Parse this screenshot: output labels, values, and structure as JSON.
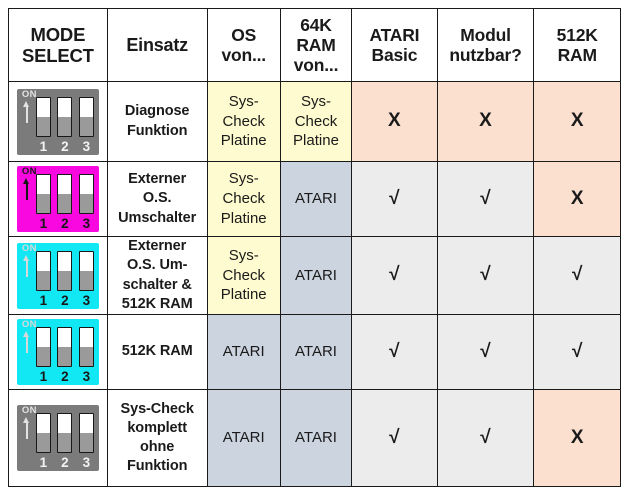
{
  "table": {
    "headers": [
      {
        "id": "mode-select",
        "label": "MODE\nSELECT"
      },
      {
        "id": "einsatz",
        "label": "Einsatz"
      },
      {
        "id": "os-von",
        "label": "OS\nvon..."
      },
      {
        "id": "ram64-von",
        "label": "64K\nRAM\nvon..."
      },
      {
        "id": "atari-basic",
        "label": "ATARI\nBasic"
      },
      {
        "id": "modul-nutzbar",
        "label": "Modul\nnutzbar?"
      },
      {
        "id": "ram512",
        "label": "512K\nRAM"
      }
    ],
    "rows": [
      {
        "switch": {
          "name": "dip-switch-diagnose",
          "body_color": "#7b7b7b",
          "body_style": "gray",
          "on_label": "ON",
          "positions": [
            "off",
            "off",
            "on"
          ],
          "numbers": [
            "1",
            "2",
            "3"
          ]
        },
        "einsatz": "Diagnose\nFunktion",
        "os_von": "Sys-\nCheck\nPlatine",
        "os_von_fill": "yellow",
        "ram64_von": "Sys-\nCheck\nPlatine",
        "ram64_von_fill": "yellow",
        "atari_basic": "X",
        "atari_basic_fill": "peach",
        "modul_nutzbar": "X",
        "modul_nutzbar_fill": "peach",
        "ram512": "X",
        "ram512_fill": "peach"
      },
      {
        "switch": {
          "name": "dip-switch-externer-os-umschalter",
          "body_color": "#f908e0",
          "body_style": "magenta",
          "on_label": "ON",
          "positions": [
            "on",
            "off",
            "on"
          ],
          "numbers": [
            "1",
            "2",
            "3"
          ]
        },
        "einsatz": "Externer\nO.S.\nUmschalter",
        "os_von": "Sys-\nCheck\nPlatine",
        "os_von_fill": "yellow",
        "ram64_von": "ATARI",
        "ram64_von_fill": "blue",
        "atari_basic": "√",
        "atari_basic_fill": "gray",
        "modul_nutzbar": "√",
        "modul_nutzbar_fill": "gray",
        "ram512": "X",
        "ram512_fill": "peach"
      },
      {
        "switch": {
          "name": "dip-switch-externer-os-umschalter-512k",
          "body_color": "#12e8f4",
          "body_style": "cyan",
          "on_label": "ON",
          "positions": [
            "on",
            "off",
            "off"
          ],
          "numbers": [
            "1",
            "2",
            "3"
          ]
        },
        "einsatz": "Externer\nO.S. Um-\nschalter &\n512K RAM",
        "os_von": "Sys-\nCheck\nPlatine",
        "os_von_fill": "yellow",
        "ram64_von": "ATARI",
        "ram64_von_fill": "blue",
        "atari_basic": "√",
        "atari_basic_fill": "gray",
        "modul_nutzbar": "√",
        "modul_nutzbar_fill": "gray",
        "ram512": "√",
        "ram512_fill": "gray"
      },
      {
        "switch": {
          "name": "dip-switch-512k-ram",
          "body_color": "#12e8f4",
          "body_style": "cyan",
          "on_label": "ON",
          "positions": [
            "on",
            "on",
            "off"
          ],
          "numbers": [
            "1",
            "2",
            "3"
          ]
        },
        "einsatz": "512K RAM",
        "os_von": "ATARI",
        "os_von_fill": "blue",
        "ram64_von": "ATARI",
        "ram64_von_fill": "blue",
        "atari_basic": "√",
        "atari_basic_fill": "gray",
        "modul_nutzbar": "√",
        "modul_nutzbar_fill": "gray",
        "ram512": "√",
        "ram512_fill": "gray"
      },
      {
        "switch": {
          "name": "dip-switch-sys-check-komplett-ohne-funktion",
          "body_color": "#7b7b7b",
          "body_style": "gray",
          "on_label": "ON",
          "positions": [
            "on",
            "on",
            "on"
          ],
          "numbers": [
            "1",
            "2",
            "3"
          ]
        },
        "einsatz": "Sys-Check\nkomplett\nohne\nFunktion",
        "os_von": "ATARI",
        "os_von_fill": "blue",
        "ram64_von": "ATARI",
        "ram64_von_fill": "blue",
        "atari_basic": "√",
        "atari_basic_fill": "gray",
        "modul_nutzbar": "√",
        "modul_nutzbar_fill": "gray",
        "ram512": "X",
        "ram512_fill": "peach"
      }
    ]
  },
  "colors": {
    "yellow": "#fdfbcf",
    "blue": "#ccd4e0",
    "peach": "#fbe0d0",
    "gray": "#ececec",
    "border": "#1a1a1a",
    "dip_gray": "#7b7b7b",
    "dip_magenta": "#f908e0",
    "dip_cyan": "#12e8f4"
  }
}
